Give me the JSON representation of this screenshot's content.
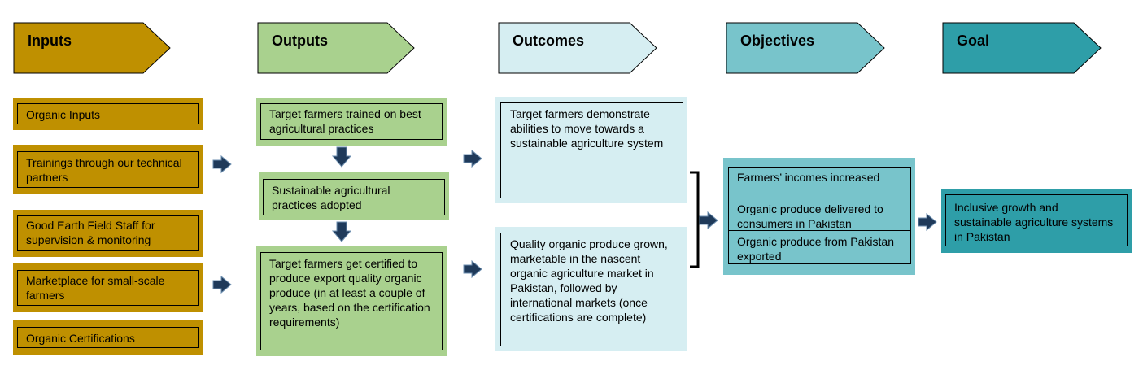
{
  "headers": {
    "inputs": "Inputs",
    "outputs": "Outputs",
    "outcomes": "Outcomes",
    "objectives": "Objectives",
    "goal": "Goal"
  },
  "inputs": [
    "Organic Inputs",
    "Trainings through our technical partners",
    "Good Earth Field Staff for supervision & monitoring",
    "Marketplace for small-scale farmers",
    "Organic Certifications"
  ],
  "outputs": [
    "Target farmers trained on best agricultural practices",
    "Sustainable agricultural practices adopted",
    "Target farmers get certified to produce export quality organic produce (in at least a couple of years, based on the certification requirements)"
  ],
  "outcomes": [
    "Target farmers demonstrate abilities to move towards a sustainable agriculture system",
    "Quality organic produce grown, marketable in the nascent organic agriculture market in Pakistan, followed by international markets (once certifications are complete)"
  ],
  "objectives": [
    "Farmers’ incomes increased",
    "Organic produce delivered to consumers in Pakistan",
    "Organic produce from Pakistan exported"
  ],
  "goal": "Inclusive growth and sustainable agriculture systems in Pakistan",
  "colors": {
    "inputs": "#bf9000",
    "outputs": "#a9d18e",
    "outcomes": "#d6eef2",
    "objectives": "#78c4cb",
    "goal": "#2e9ea8"
  }
}
